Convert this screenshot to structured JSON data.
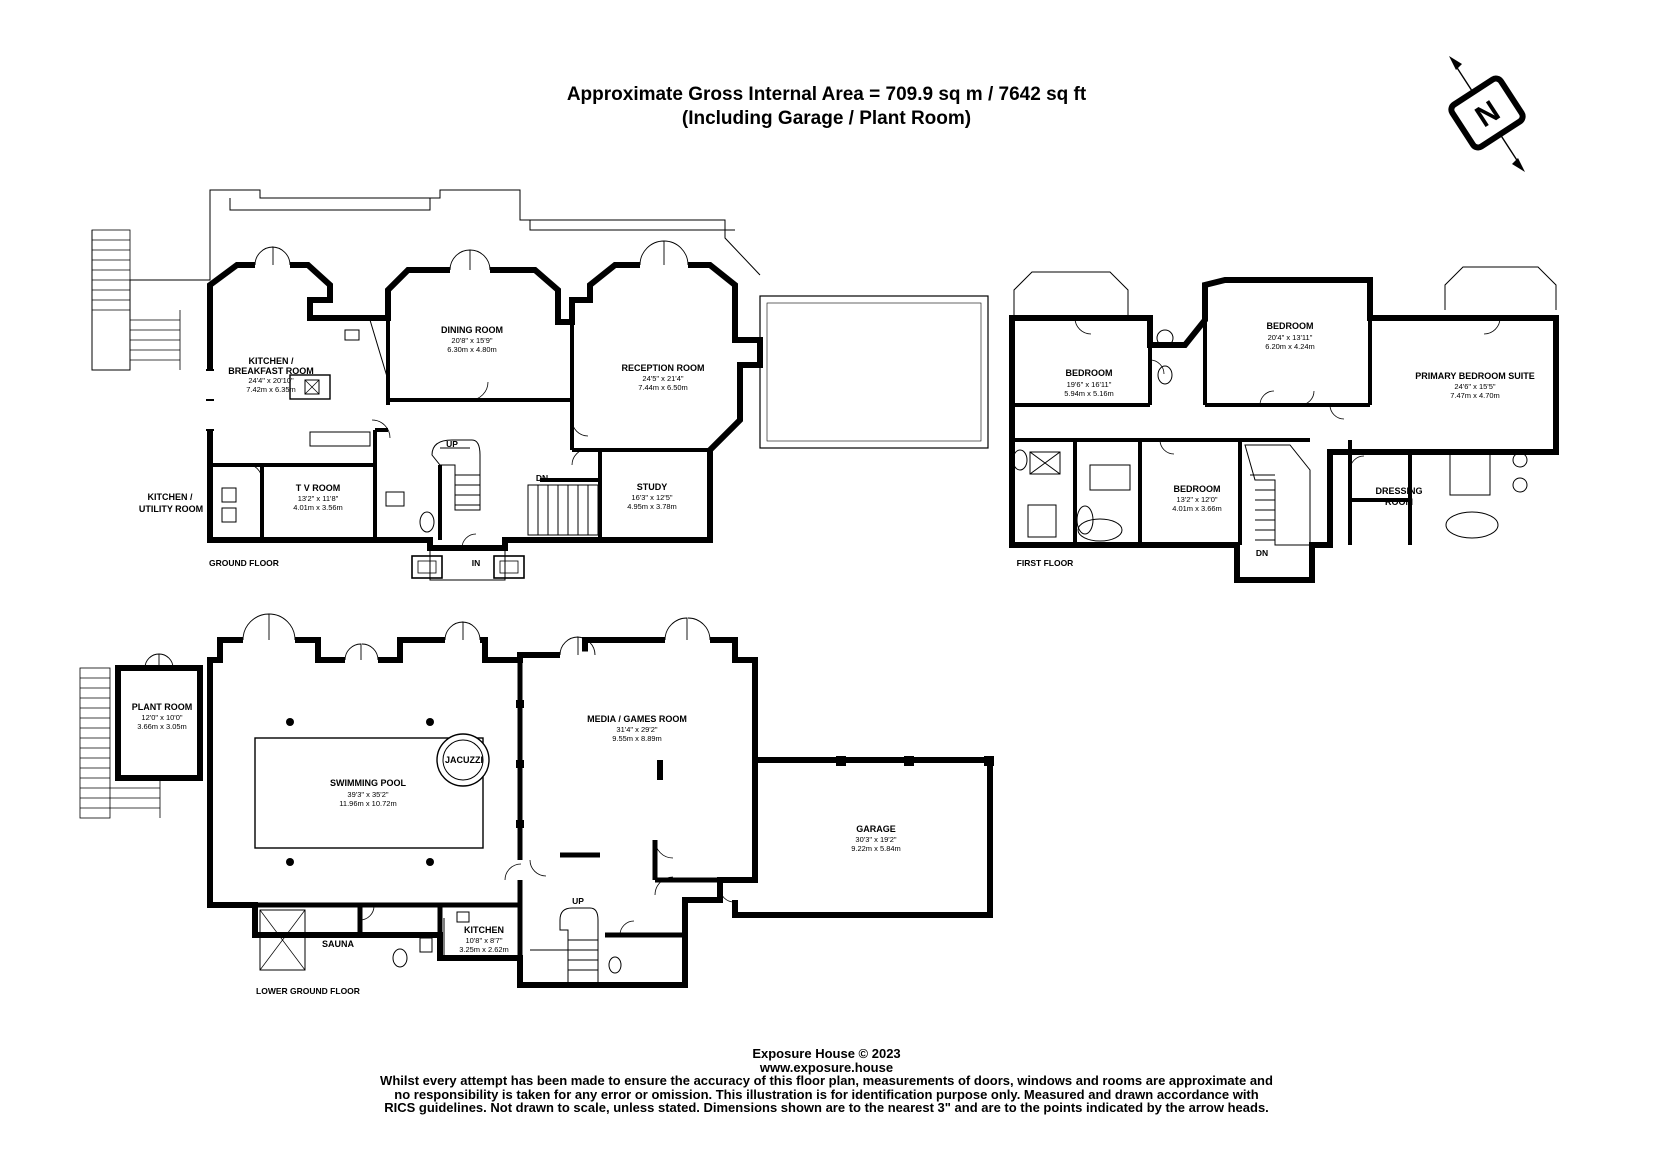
{
  "header": {
    "area_line": "Approximate Gross Internal Area = 709.9 sq m / 7642 sq ft",
    "including_line": "(Including Garage / Plant Room)"
  },
  "compass": {
    "letter": "N"
  },
  "floors": {
    "ground": "GROUND FLOOR",
    "first": "FIRST FLOOR",
    "lower": "LOWER GROUND FLOOR"
  },
  "rooms": {
    "kitchen_breakfast": {
      "name1": "KITCHEN /",
      "name2": "BREAKFAST ROOM",
      "imperial": "24'4\" x 20'10\"",
      "metric": "7.42m x 6.35m"
    },
    "dining": {
      "name": "DINING ROOM",
      "imperial": "20'8\" x 15'9\"",
      "metric": "6.30m x 4.80m"
    },
    "reception": {
      "name": "RECEPTION ROOM",
      "imperial": "24'5\" x 21'4\"",
      "metric": "7.44m x 6.50m"
    },
    "tv": {
      "name": "T V ROOM",
      "imperial": "13'2\" x 11'8\"",
      "metric": "4.01m x 3.56m"
    },
    "study": {
      "name": "STUDY",
      "imperial": "16'3\" x 12'5\"",
      "metric": "4.95m x 3.78m"
    },
    "kitchen_utility": {
      "name1": "KITCHEN /",
      "name2": "UTILITY ROOM"
    },
    "bedroom_a": {
      "name": "BEDROOM",
      "imperial": "19'6\" x 16'11\"",
      "metric": "5.94m x 5.16m"
    },
    "bedroom_b": {
      "name": "BEDROOM",
      "imperial": "20'4\" x 13'11\"",
      "metric": "6.20m x 4.24m"
    },
    "bedroom_c": {
      "name": "BEDROOM",
      "imperial": "13'2\" x 12'0\"",
      "metric": "4.01m x 3.66m"
    },
    "primary": {
      "name": "PRIMARY BEDROOM SUITE",
      "imperial": "24'6\" x 15'5\"",
      "metric": "7.47m x 4.70m"
    },
    "dressing": {
      "name1": "DRESSING",
      "name2": "ROOM"
    },
    "plant": {
      "name": "PLANT ROOM",
      "imperial": "12'0\" x 10'0\"",
      "metric": "3.66m x 3.05m"
    },
    "pool": {
      "name": "SWIMMING POOL",
      "imperial": "39'3\" x 35'2\"",
      "metric": "11.96m x 10.72m"
    },
    "jacuzzi": {
      "name": "JACUZZI"
    },
    "media": {
      "name": "MEDIA / GAMES ROOM",
      "imperial": "31'4\" x 29'2\"",
      "metric": "9.55m x 8.89m"
    },
    "garage": {
      "name": "GARAGE",
      "imperial": "30'3\" x 19'2\"",
      "metric": "9.22m x 5.84m"
    },
    "sauna": {
      "name": "SAUNA"
    },
    "kitchen_lower": {
      "name": "KITCHEN",
      "imperial": "10'8\" x 8'7\"",
      "metric": "3.25m x 2.62m"
    }
  },
  "stairs": {
    "gf_up": "UP",
    "gf_dn": "DN",
    "gf_in": "IN",
    "ff_dn": "DN",
    "lg_up": "UP"
  },
  "footer": {
    "copyright": "Exposure House © 2023",
    "website": "www.exposure.house",
    "line1": "Whilst every attempt has been made to ensure the accuracy of this floor plan, measurements of doors, windows and rooms are approximate and",
    "line2": "no responsibility is taken for any error or omission. This illustration is for identification purpose only. Measured and drawn accordance with",
    "line3": "RICS guidelines. Not drawn to scale, unless stated. Dimensions shown are to the nearest 3\" and are to the points indicated by the arrow heads."
  }
}
